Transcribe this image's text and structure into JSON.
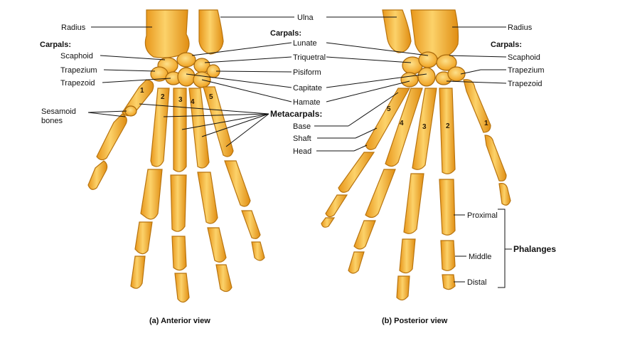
{
  "labels": {
    "radius_left": "Radius",
    "carpals_left": "Carpals:",
    "scaphoid_left": "Scaphoid",
    "trapezium_left": "Trapezium",
    "trapezoid_left": "Trapezoid",
    "sesamoid_line1": "Sesamoid",
    "sesamoid_line2": "bones",
    "ulna": "Ulna",
    "carpals_center": "Carpals:",
    "lunate": "Lunate",
    "triquetral": "Triquetral",
    "pisiform": "Pisiform",
    "capitate": "Capitate",
    "hamate": "Hamate",
    "metacarpals": "Metacarpals:",
    "base": "Base",
    "shaft": "Shaft",
    "head": "Head",
    "radius_right": "Radius",
    "carpals_right": "Carpals:",
    "scaphoid_right": "Scaphoid",
    "trapezium_right": "Trapezium",
    "trapezoid_right": "Trapezoid",
    "proximal": "Proximal",
    "middle": "Middle",
    "distal": "Distal",
    "phalanges": "Phalanges"
  },
  "captions": {
    "anterior": "(a) Anterior view",
    "posterior": "(b) Posterior view"
  },
  "metacarpal_numbers_anterior": [
    "1",
    "2",
    "3",
    "4",
    "5"
  ],
  "metacarpal_numbers_posterior": [
    "5",
    "4",
    "3",
    "2",
    "1"
  ],
  "colors": {
    "bone_light": "#fbd36a",
    "bone_mid": "#f2a72a",
    "bone_dark": "#c97d0c",
    "label_text": "#111111",
    "background": "#ffffff"
  }
}
